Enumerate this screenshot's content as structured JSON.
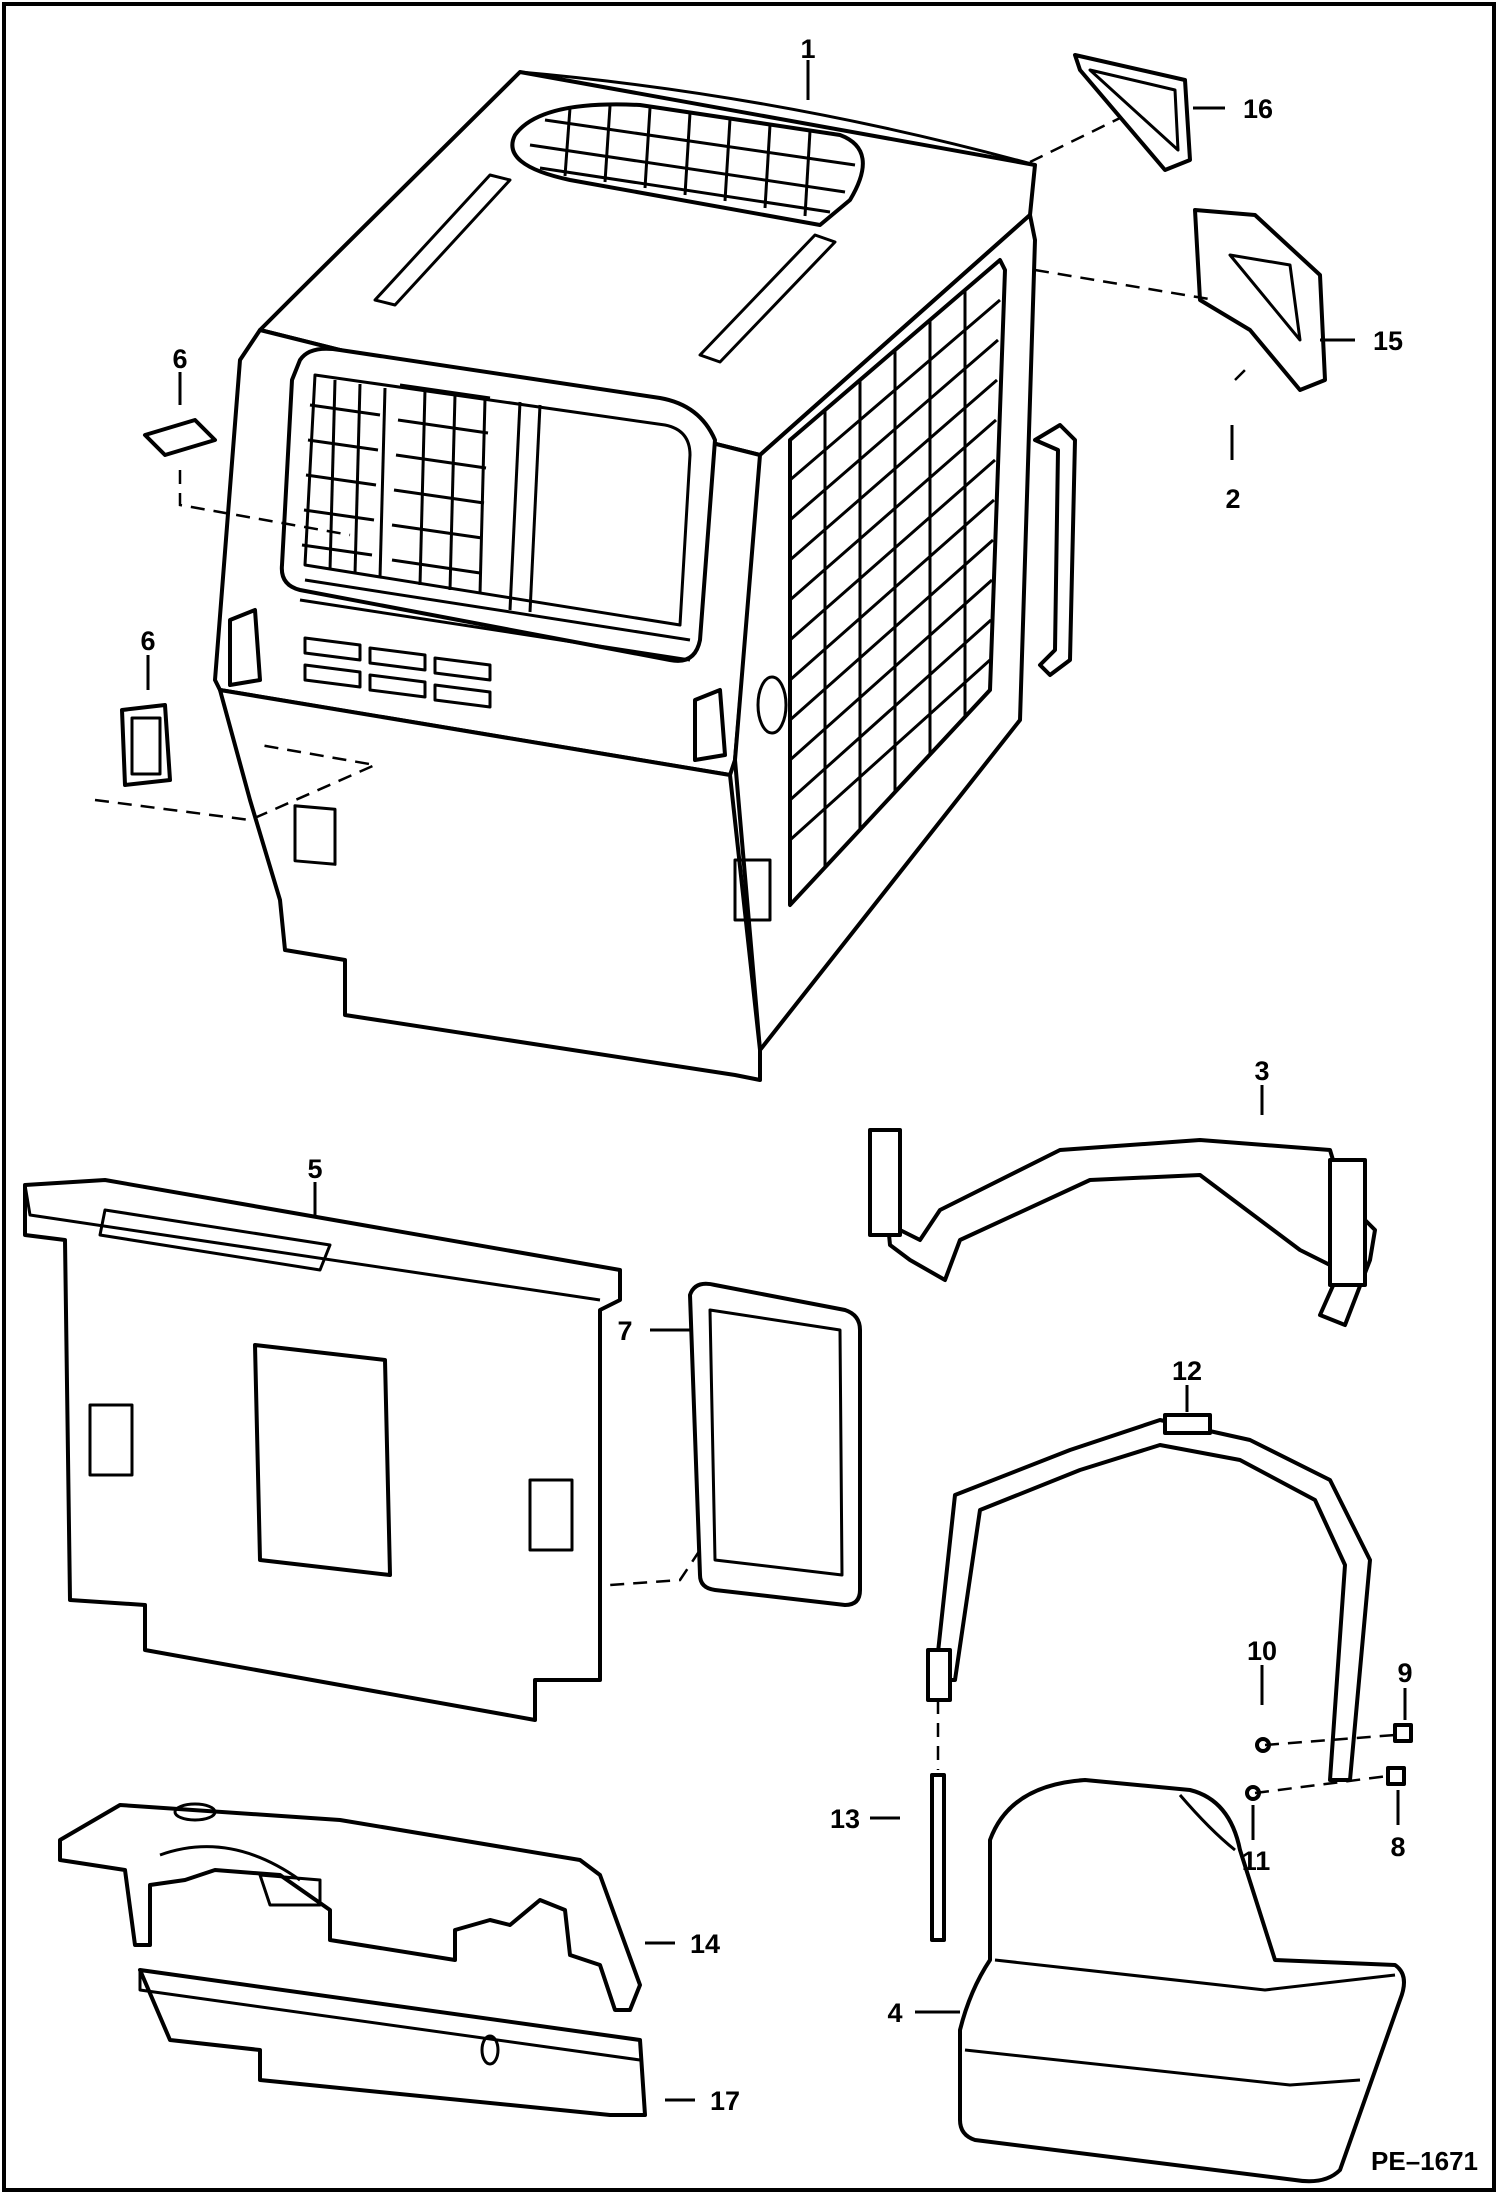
{
  "callouts": [
    {
      "label": "1"
    },
    {
      "label": "2"
    },
    {
      "label": "3"
    },
    {
      "label": "4"
    },
    {
      "label": "5"
    },
    {
      "label": "6"
    },
    {
      "label": "6"
    },
    {
      "label": "7"
    },
    {
      "label": "8"
    },
    {
      "label": "9"
    },
    {
      "label": "10"
    },
    {
      "label": "11"
    },
    {
      "label": "12"
    },
    {
      "label": "13"
    },
    {
      "label": "14"
    },
    {
      "label": "15"
    },
    {
      "label": "16"
    },
    {
      "label": "17"
    }
  ],
  "figure_ref": "PE–1671"
}
